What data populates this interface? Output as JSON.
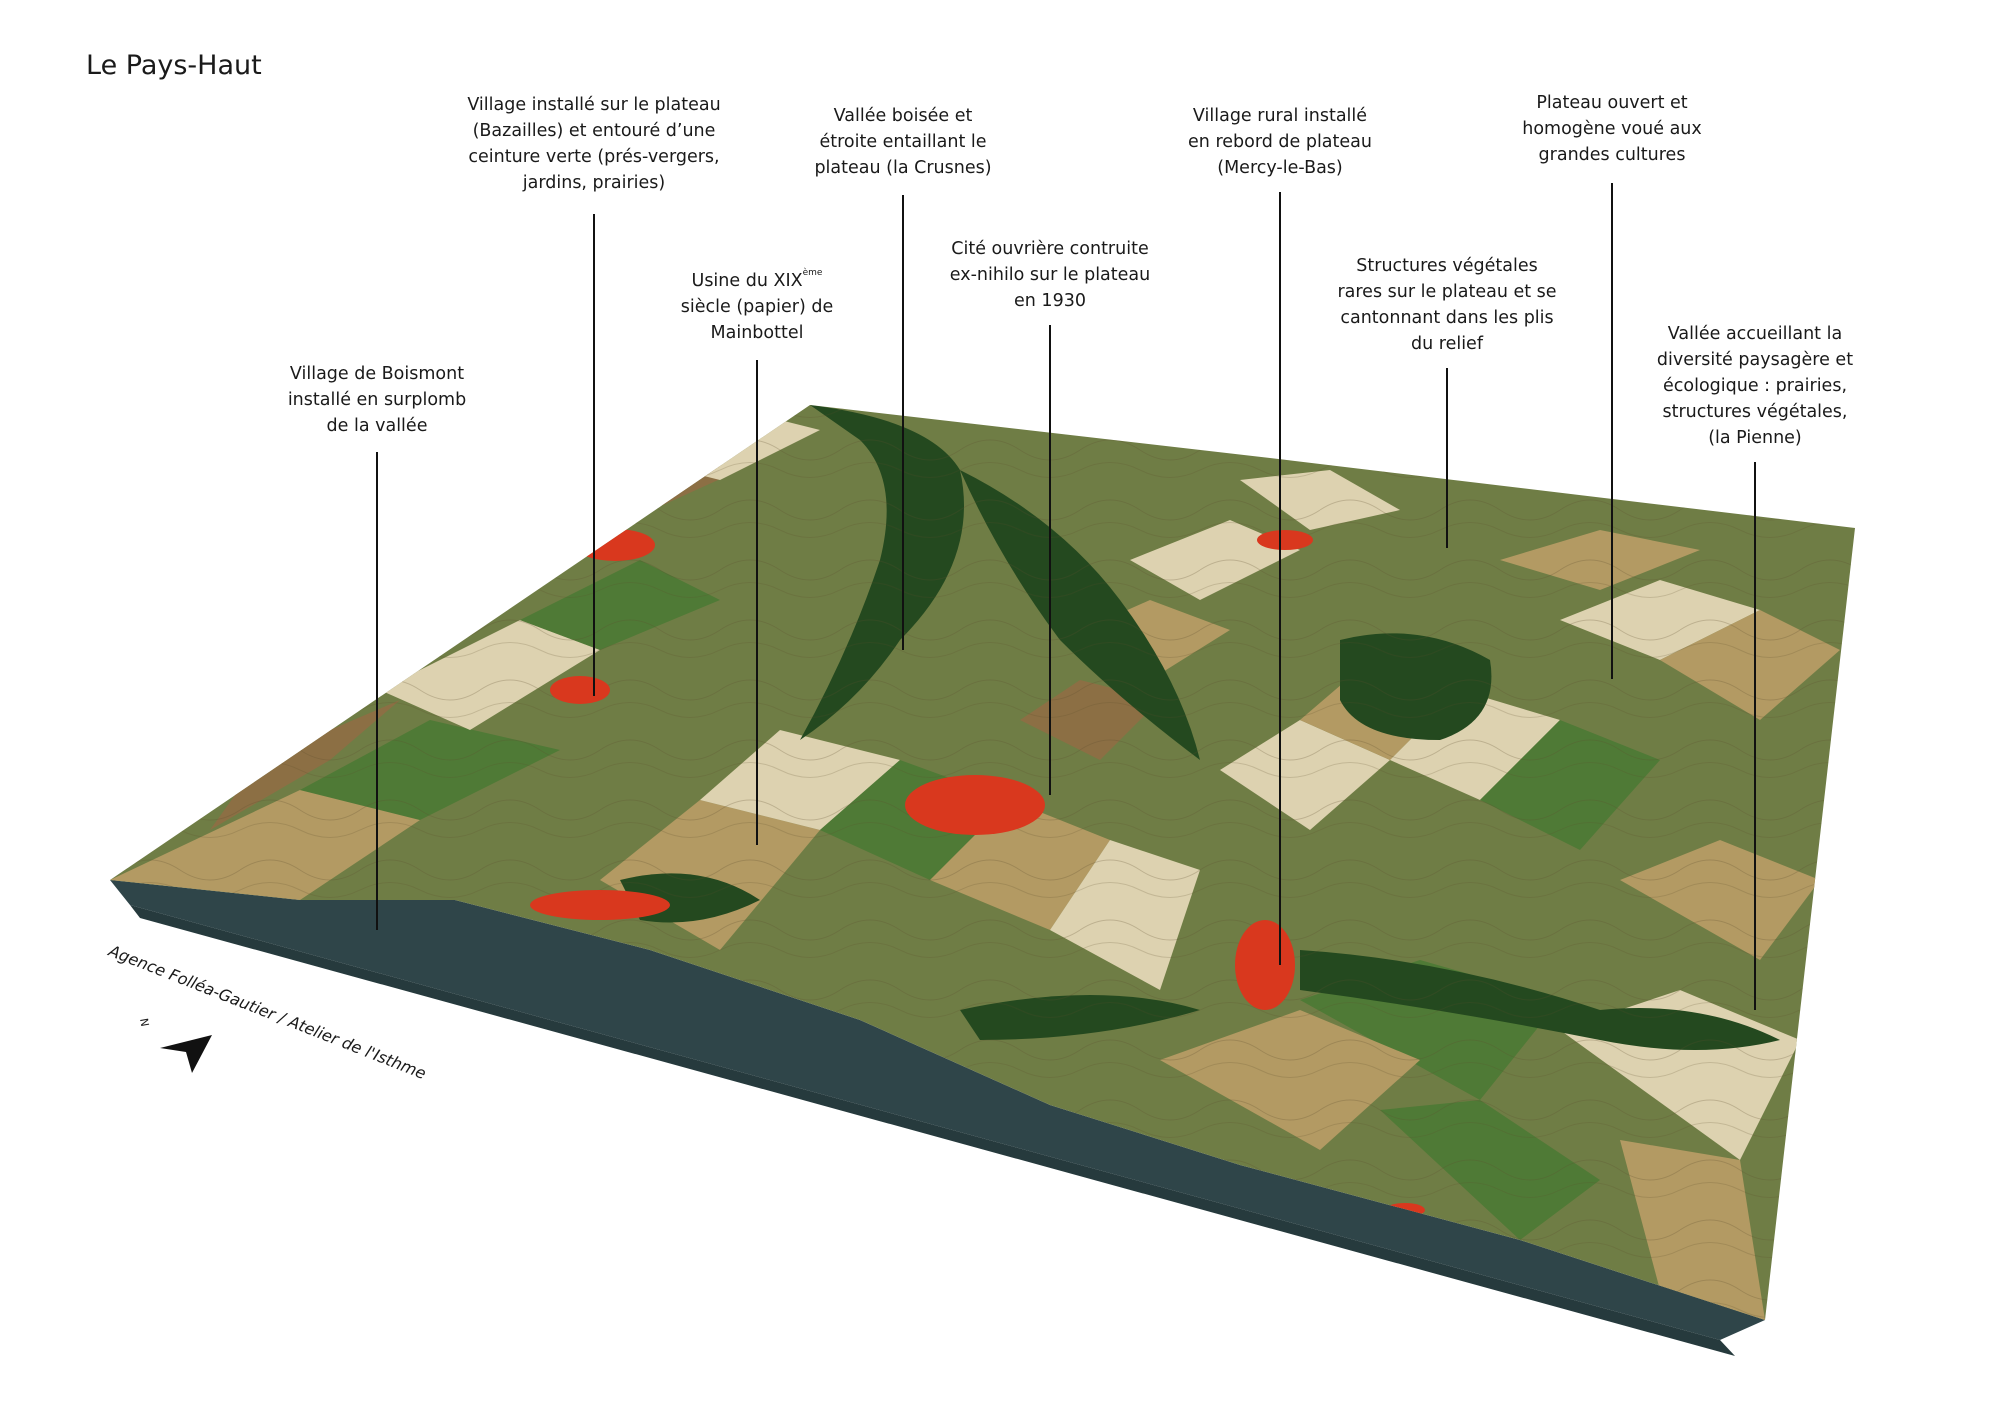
{
  "title": "Le Pays-Haut",
  "credit": "Agence Folléa-Gautier / Atelier de l'Isthme",
  "north_label": "N",
  "annotations": [
    {
      "lines": [
        "Village installé sur le plateau",
        "(Bazailles) et entouré d’une",
        "ceinture verte (prés-vergers,",
        "jardins, prairies)"
      ]
    },
    {
      "lines": [
        "Vallée boisée et",
        "étroite entaillant le",
        "plateau (la Crusnes)"
      ]
    },
    {
      "lines": [
        "Village rural installé",
        "en rebord de plateau",
        "(Mercy-le-Bas)"
      ]
    },
    {
      "lines": [
        "Plateau ouvert et",
        "homogène voué aux",
        "grandes cultures"
      ]
    },
    {
      "lines_pre": "Usine du XIX",
      "sup": "ème",
      "lines": [
        "siècle (papier) de",
        "Mainbottel"
      ]
    },
    {
      "lines": [
        "Cité ouvrière contruite",
        "ex-nihilo sur le plateau",
        "en 1930"
      ]
    },
    {
      "lines": [
        "Structures végétales",
        "rares sur le plateau et se",
        "cantonnant dans les plis",
        "du relief"
      ]
    },
    {
      "lines": [
        "Village de Boismont",
        "installé en surplomb",
        "de la vallée"
      ]
    },
    {
      "lines": [
        "Vallée accueillant la",
        "diversité paysagère et",
        "écologique : prairies,",
        "structures végétales,",
        "(la Pienne)"
      ]
    }
  ],
  "colors": {
    "base_slab": "#2f4549",
    "forest": "#24491f",
    "meadow": "#4f7a36",
    "field_tan": "#b39a63",
    "field_light": "#ddd2b0",
    "field_brown": "#8c6f44",
    "village_red": "#d9381e"
  }
}
